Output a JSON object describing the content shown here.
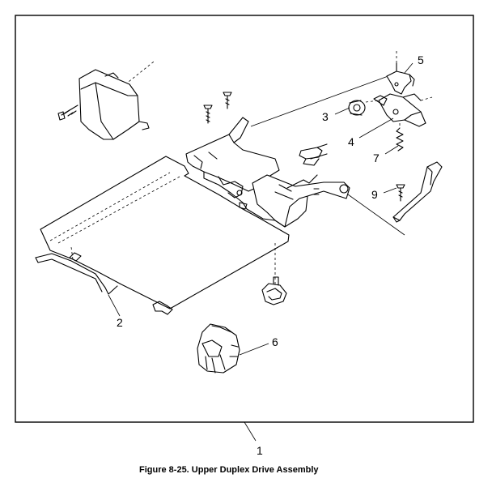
{
  "figure": {
    "caption": "Figure 8-25.  Upper Duplex Drive Assembly"
  },
  "callouts": [
    {
      "id": "c1",
      "label": "1"
    },
    {
      "id": "c2",
      "label": "2"
    },
    {
      "id": "c3",
      "label": "3"
    },
    {
      "id": "c4",
      "label": "4"
    },
    {
      "id": "c5",
      "label": "5"
    },
    {
      "id": "c6",
      "label": "6"
    },
    {
      "id": "c7",
      "label": "7"
    },
    {
      "id": "c9",
      "label": "9"
    }
  ],
  "colors": {
    "ink": "#000000",
    "paper": "#ffffff"
  }
}
